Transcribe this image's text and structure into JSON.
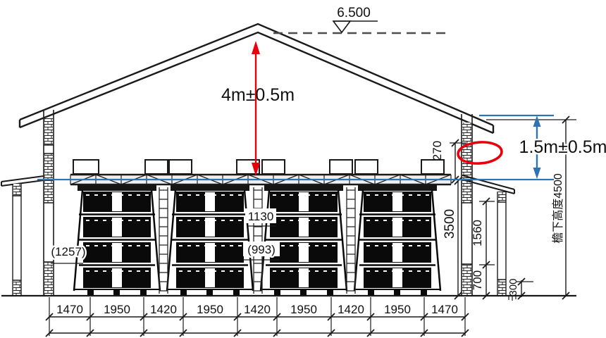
{
  "drawing": {
    "annotations": {
      "elevation": "6.500",
      "ridge_height": "4m±0.5m",
      "eave_gap": "1.5m±0.5m",
      "eave_height": "檐下高度4500"
    },
    "dims": {
      "d270": "270",
      "d3500": "3500",
      "d1560": "1560",
      "d700": "700",
      "d300": "300",
      "left_gap": "(1257)",
      "aisle_top": "1130",
      "aisle_bottom": "(993)"
    },
    "bottom_dims": [
      "1470",
      "1950",
      "1420",
      "1950",
      "1420",
      "1950",
      "1420",
      "1950",
      "1470"
    ],
    "colors": {
      "annotation_red": "#e8000b",
      "datum_blue": "#2e74b5",
      "line_black": "#1a1a1a",
      "dash_gray": "#4d4d4d"
    }
  }
}
